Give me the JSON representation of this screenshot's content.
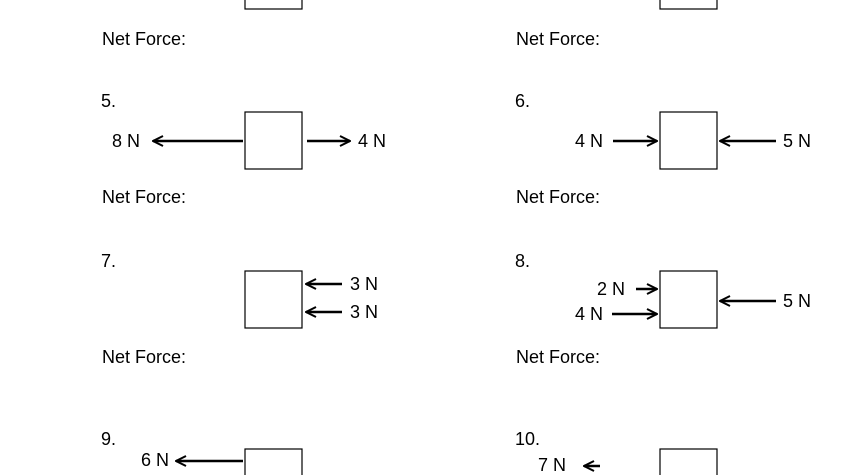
{
  "worksheet": {
    "net_force_label": "Net Force:",
    "problems": [
      {
        "number": "",
        "forces": []
      },
      {
        "number": "",
        "forces": []
      },
      {
        "number": "5.",
        "forces": [
          {
            "label": "8 N",
            "direction": "left",
            "side": "left"
          },
          {
            "label": "4 N",
            "direction": "right",
            "side": "right"
          }
        ]
      },
      {
        "number": "6.",
        "forces": [
          {
            "label": "4 N",
            "direction": "right",
            "side": "left"
          },
          {
            "label": "5 N",
            "direction": "left",
            "side": "right"
          }
        ]
      },
      {
        "number": "7.",
        "forces": [
          {
            "label": "3 N",
            "direction": "left",
            "side": "right"
          },
          {
            "label": "3 N",
            "direction": "left",
            "side": "right"
          }
        ]
      },
      {
        "number": "8.",
        "forces": [
          {
            "label": "2 N",
            "direction": "right",
            "side": "left"
          },
          {
            "label": "4 N",
            "direction": "right",
            "side": "left"
          },
          {
            "label": "5 N",
            "direction": "left",
            "side": "right"
          }
        ]
      },
      {
        "number": "9.",
        "forces": [
          {
            "label": "6 N",
            "direction": "left",
            "side": "left"
          }
        ]
      },
      {
        "number": "10.",
        "forces": [
          {
            "label": "7 N",
            "direction": "left",
            "side": "left"
          }
        ]
      }
    ]
  }
}
